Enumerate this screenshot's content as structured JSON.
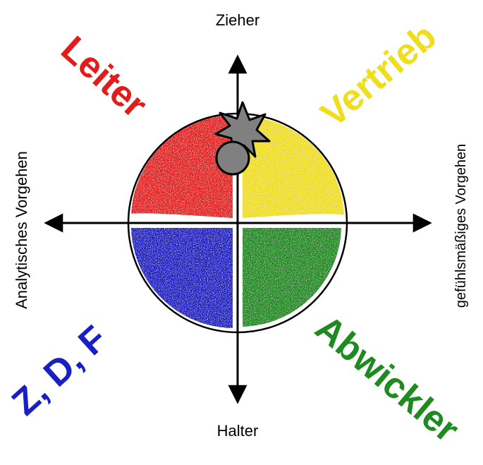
{
  "axes": {
    "top": "Zieher",
    "bottom": "Halter",
    "left": "Analytisches Vorgehen",
    "right": "gefühlsmäßiges Vorgehen"
  },
  "quadrants": {
    "top_left": {
      "label": "Leiter",
      "color": "#e41b1b"
    },
    "top_right": {
      "label": "Vertrieb",
      "color": "#f0dd1c"
    },
    "bottom_left": {
      "label": "Z, D, F",
      "color": "#1a1fc2"
    },
    "bottom_right": {
      "label": "Abwickler",
      "color": "#1f8a1f"
    }
  },
  "icons": {
    "marker": "bomb-icon"
  }
}
